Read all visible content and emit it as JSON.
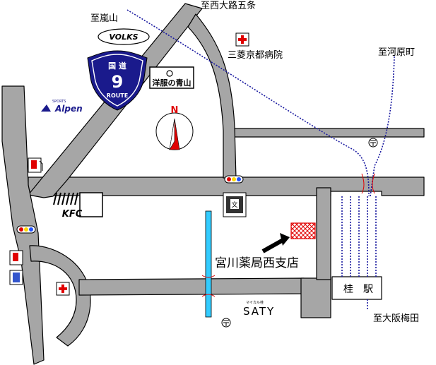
{
  "labels": {
    "to_arashiyama": "至嵐山",
    "to_nishioji_gojo": "至西大路五条",
    "hospital": "三菱京都病院",
    "to_kawaramachi": "至河原町",
    "to_osaka_umeda": "至大阪梅田",
    "station": "桂　駅",
    "pharmacy": "宮川薬局西支店",
    "saty": "SATY",
    "saty_small": "マイカル桂",
    "alpen": "Alpen",
    "alpen_small": "SPORTS",
    "kfc": "KFC",
    "volks": "VOLKS",
    "aoyama": "洋服の青山",
    "north": "N",
    "route_top": "国 道",
    "route_number": "9",
    "route_bottom": "ROUTE"
  },
  "colors": {
    "road": "#a6a6a6",
    "road_edge": "#000000",
    "water": "#33ccff",
    "rail": "#1a1aa0",
    "rail_dotted": "#2233aa",
    "route_shield": "#1a1a8c",
    "hospital_cross": "#e00000",
    "compass_red": "#e00000",
    "pharmacy_hatch": "#e00000",
    "signal_red": "#e00000",
    "signal_yellow": "#ffd700",
    "signal_blue": "#2050ff"
  }
}
